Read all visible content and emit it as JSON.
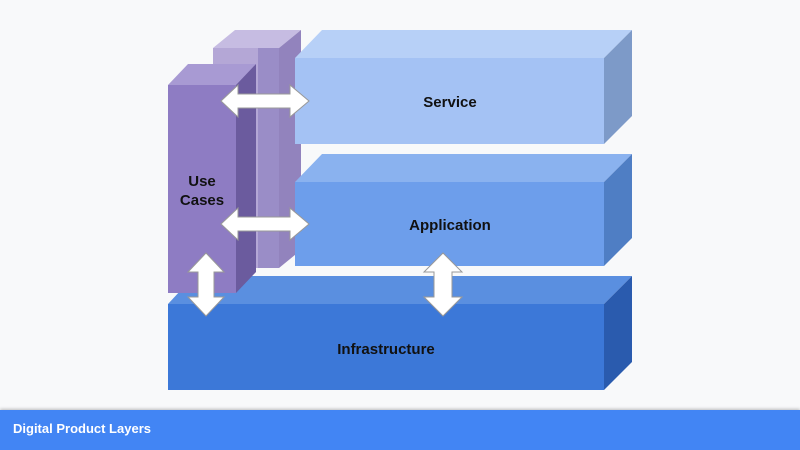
{
  "diagram": {
    "layers": {
      "service": "Service",
      "application": "Application",
      "infrastructure": "Infrastructure",
      "use_cases_line1": "Use",
      "use_cases_line2": "Cases"
    },
    "colors": {
      "service_front": "#a4c2f4",
      "service_top": "#b7d0f7",
      "service_side": "#7d9ac8",
      "application_front": "#6d9eeb",
      "application_top": "#8ab2ef",
      "application_side": "#4f7ec4",
      "infrastructure_front": "#3c78d8",
      "infrastructure_top": "#5a8fe0",
      "infrastructure_side": "#2a5bae",
      "usecases_front": "#8e7cc3",
      "usecases_top": "#a89ad3",
      "usecases_side": "#6b5b9e",
      "backpanel_front": "#b4a7d6",
      "backpanel_top": "#c6bce2",
      "backpanel_side": "#9283bd",
      "arrow_fill": "#ffffff",
      "arrow_stroke": "#999999"
    }
  },
  "footer": {
    "title": "Digital Product Layers"
  }
}
